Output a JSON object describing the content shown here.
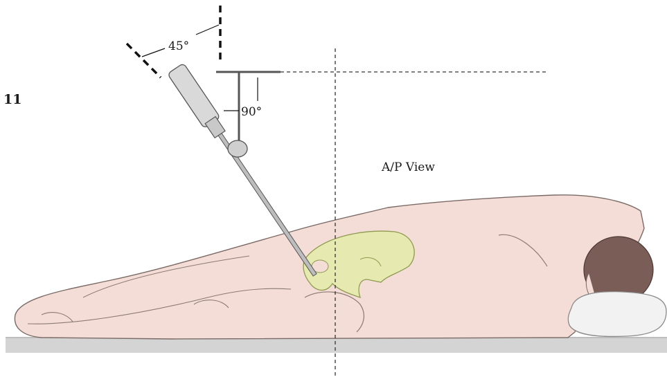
{
  "figure": {
    "number": "11",
    "angle_tilt_label": "45°",
    "angle_perp_label": "90°",
    "view_label": "A/P View"
  },
  "colors": {
    "skin": "#f4ddd6",
    "skin_outline": "#7a6a66",
    "pelvis": "#e6eab0",
    "pelvis_outline": "#8e9a4e",
    "hair": "#7b5d58",
    "pillow": "#f2f2f2",
    "table": "#d2d2d2",
    "instrument": "#c9c9c9",
    "ink": "#1a1a1a"
  }
}
